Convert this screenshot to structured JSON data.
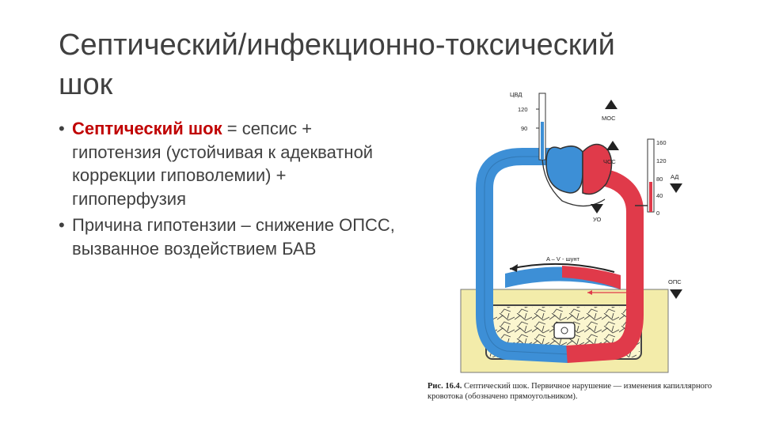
{
  "title": "Септический/инфекционно-токсический шок",
  "bullets": [
    {
      "highlight": "Септический шок",
      "text": " = сепсис + гипотензия (устойчивая к адекватной коррекции гиповолемии) + гипоперфузия"
    },
    {
      "text": "Причина гипотензии – снижение ОПСС, вызванное воздействием БАВ"
    }
  ],
  "figure": {
    "labels": {
      "cvp": "ЦВД",
      "cvp_120": "120",
      "cvp_90": "90",
      "mos": "МОС",
      "hr": "ЧСС",
      "sv": "УО",
      "bp": "АД",
      "bp_160": "160",
      "bp_120": "120",
      "bp_80": "80",
      "bp_40": "40",
      "bp_0": "0",
      "shunt": "A – V - шунт",
      "ops": "ОПС"
    },
    "caption_prefix": "Рис. 16.4.",
    "caption_text": " Септический шок. Первичное нарушение — изменения капиллярного кровотока (обозначено прямоугольником)."
  },
  "colors": {
    "venous": "#3d8fd6",
    "arterial": "#e03a4a",
    "tissue": "#f3ecaa",
    "accent_text": "#c00000"
  }
}
